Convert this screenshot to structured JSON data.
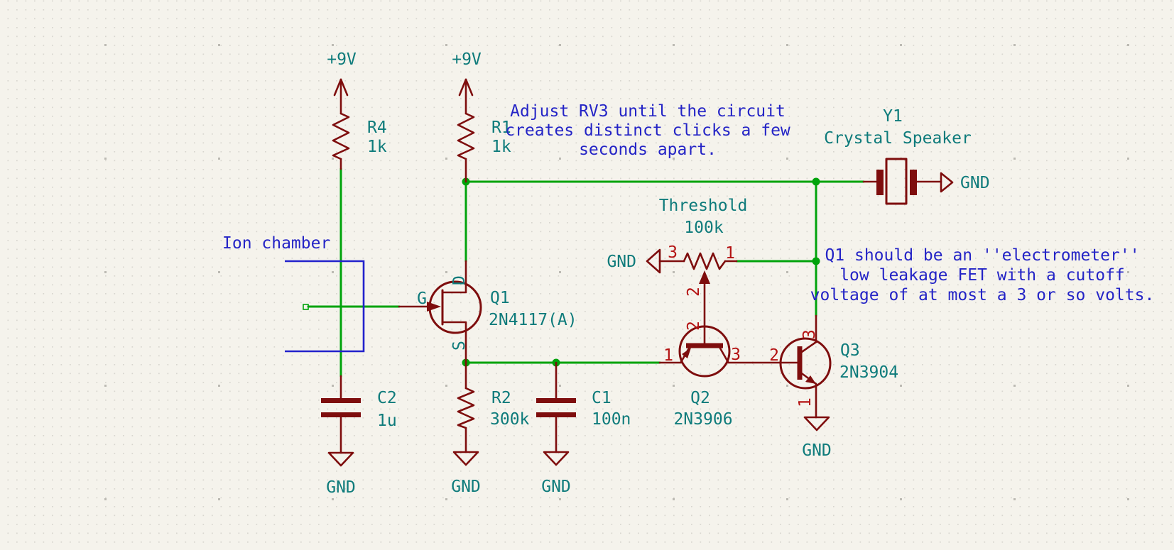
{
  "power": {
    "left": "+9V",
    "right": "+9V"
  },
  "components": {
    "r4": {
      "ref": "R4",
      "value": "1k"
    },
    "r1": {
      "ref": "R1",
      "value": "1k"
    },
    "q1": {
      "ref": "Q1",
      "value": "2N4117(A)",
      "pin_gate": "G",
      "pin_drain": "D",
      "pin_source": "S"
    },
    "c2": {
      "ref": "C2",
      "value": "1u"
    },
    "r2": {
      "ref": "R2",
      "value": "300k"
    },
    "c1": {
      "ref": "C1",
      "value": "100n"
    },
    "rv3": {
      "label": "Threshold",
      "value": "100k",
      "pin_left": "3",
      "pin_right": "1",
      "pin_wiper": "2"
    },
    "q2": {
      "ref": "Q2",
      "value": "2N3906",
      "pin_emitter": "1",
      "pin_base": "2",
      "pin_collector": "3"
    },
    "q3": {
      "ref": "Q3",
      "value": "2N3904",
      "pin_emitter": "1",
      "pin_base": "2",
      "pin_collector": "3"
    },
    "y1": {
      "ref": "Y1",
      "value": "Crystal Speaker"
    }
  },
  "ground": {
    "label": "GND"
  },
  "annotations": {
    "ion_chamber": "Ion chamber",
    "note_rv3": {
      "line1": "Adjust RV3 until the circuit",
      "line2": "creates distinct clicks a few",
      "line3": "seconds apart."
    },
    "note_q1": {
      "line1": "Q1 should be an ''electrometer''",
      "line2": "low leakage FET with a cutoff",
      "line3": "voltage of at most a 3 or so volts."
    }
  },
  "colors": {
    "background": "#f5f3ec",
    "wire": "#00a30b",
    "symbol": "#7e0d0d",
    "pin_number": "#b41212",
    "field_text": "#0e7b7b",
    "note_text": "#2424c6",
    "chamber_outline": "#2222cc"
  }
}
